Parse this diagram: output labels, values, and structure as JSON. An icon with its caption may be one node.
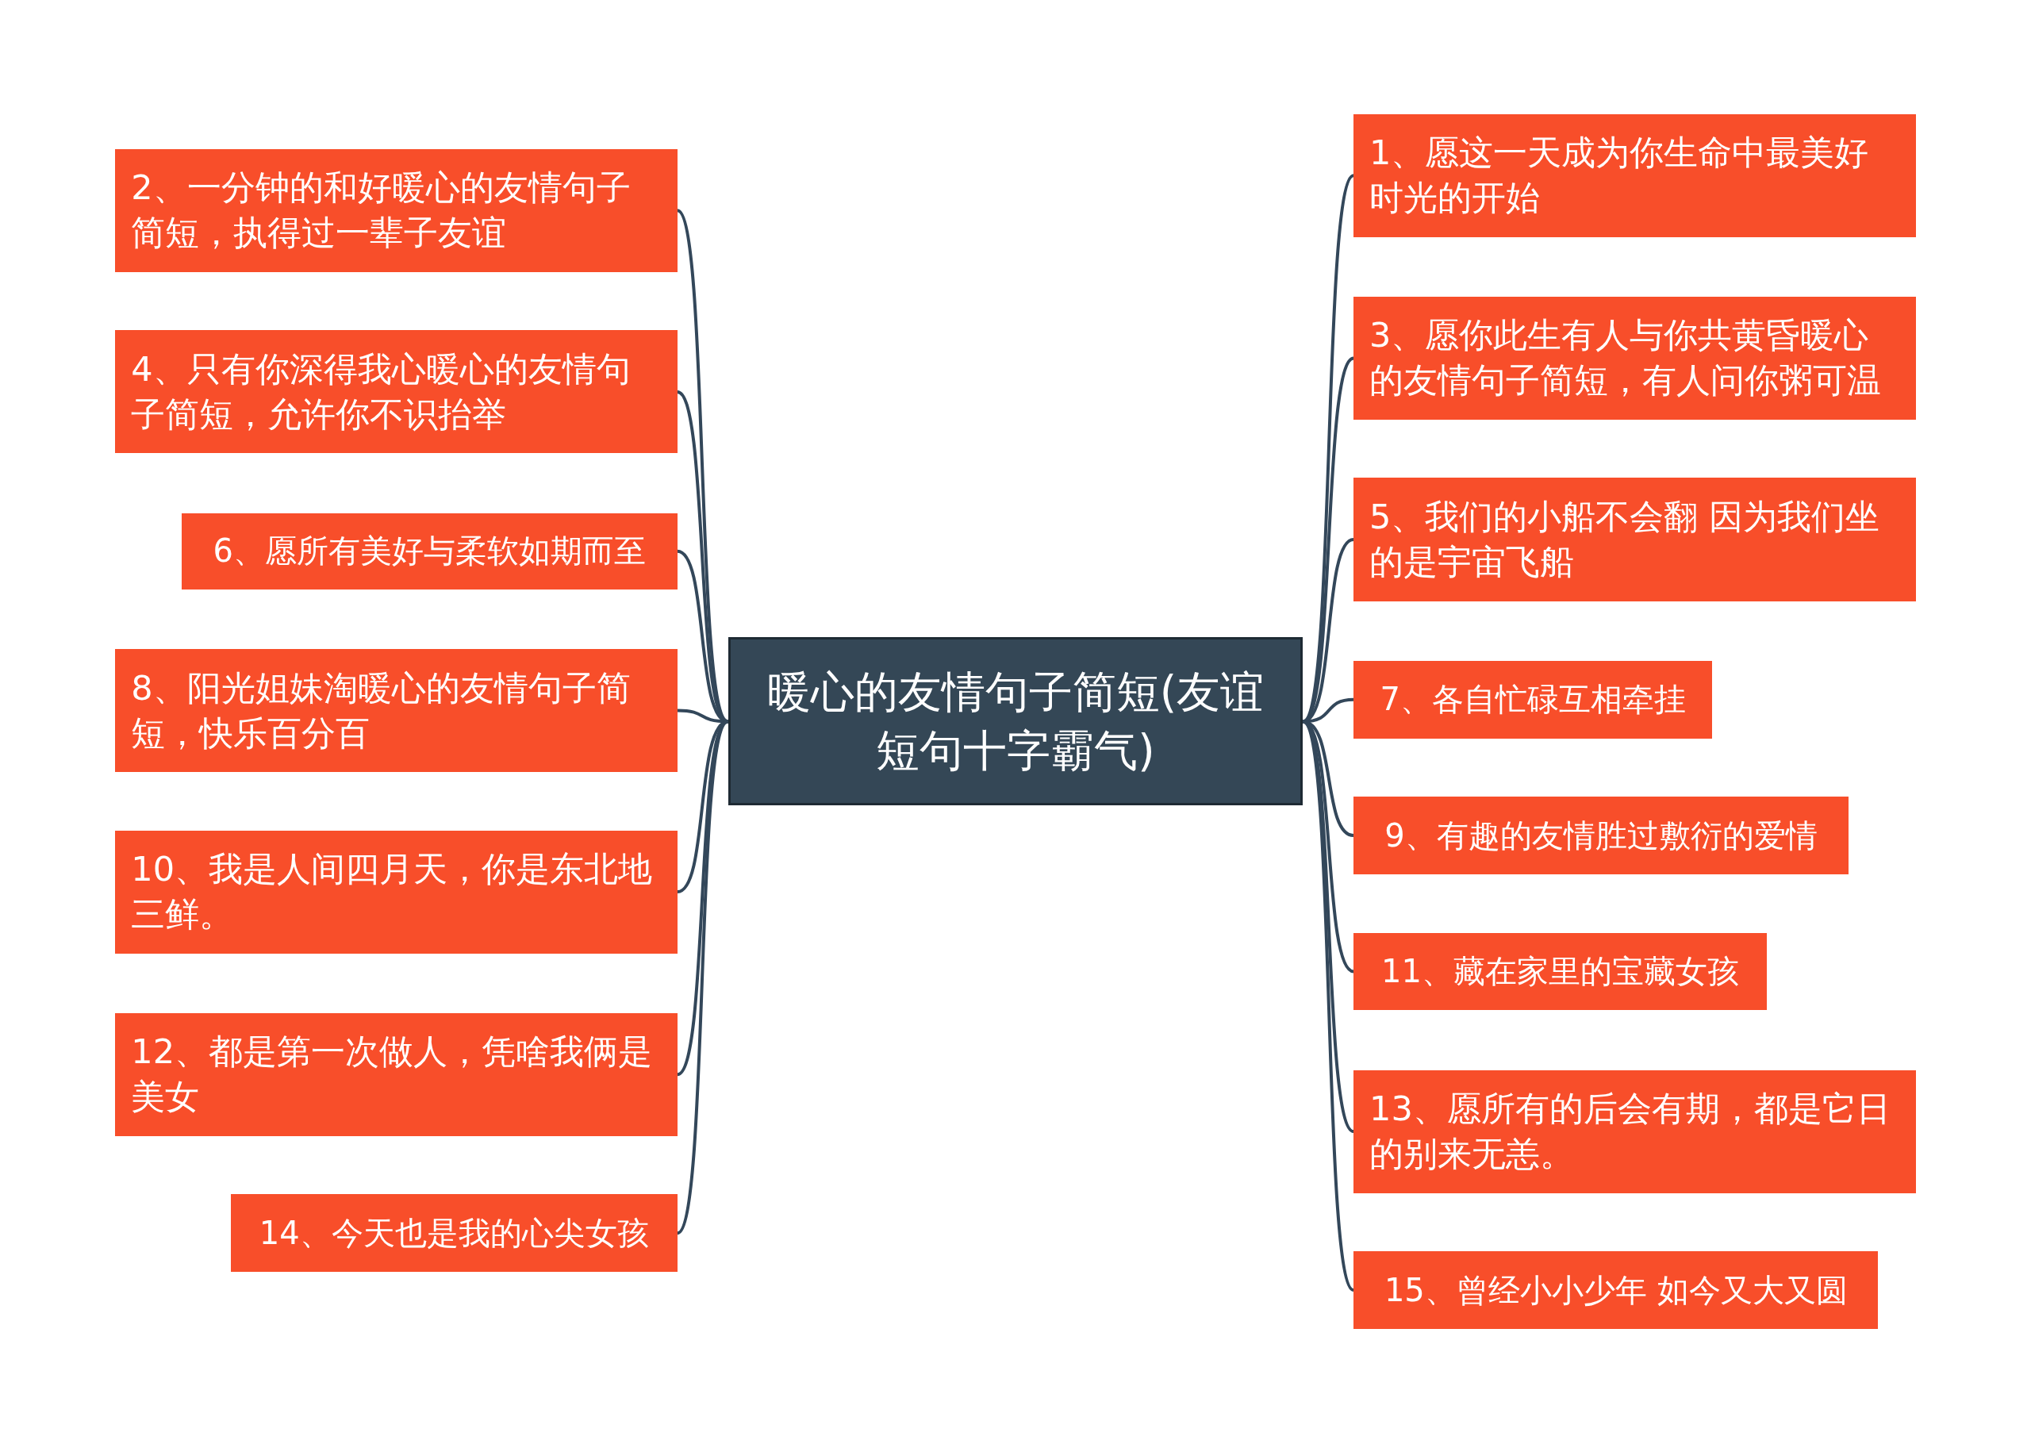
{
  "diagram": {
    "nodes": [
      {
        "text": [
          "暖心的友情句子简短(友谊短句十字霸气)"
        ]
      },
      {
        "text": [
          "1、愿这一天成为你生命中最美好时光的开始"
        ]
      },
      {
        "text": [
          "2、一分钟的和好暖心的友情句子简短，执得过一辈子友谊"
        ]
      },
      {
        "text": [
          "3、愿你此生有人与你共黄昏暖心的友情句子简短，有人问你粥可温"
        ]
      },
      {
        "text": [
          "4、只有你深得我心暖心的友情句子简短，允许你不识抬举"
        ]
      },
      {
        "text": [
          "5、我们的小船不会翻 因为我们坐的是宇宙飞船"
        ]
      },
      {
        "text": [
          "6、愿所有美好与柔软如期而至"
        ]
      },
      {
        "text": [
          "7、各自忙碌互相牵挂"
        ]
      },
      {
        "text": [
          "8、阳光姐妹淘暖心的友情句子简短，快乐百分百"
        ]
      },
      {
        "text": [
          "9、有趣的友情胜过敷衍的爱情"
        ]
      },
      {
        "text": [
          "10、我是人间四月天，你是东北地三鲜。"
        ]
      },
      {
        "text": [
          "11、藏在家里的宝藏女孩"
        ]
      },
      {
        "text": [
          "12、都是第一次做人，凭啥我俩是美女"
        ]
      },
      {
        "text": [
          "13、愿所有的后会有期，都是它日的别来无恙。"
        ]
      },
      {
        "text": [
          "14、今天也是我的心尖女孩"
        ]
      },
      {
        "text": [
          "15、曾经小小少年 如今又大又圆"
        ]
      }
    ],
    "edges": [
      {
        "from": 0,
        "to": 1,
        "arrow": "none"
      },
      {
        "from": 0,
        "to": 2,
        "arrow": "none"
      },
      {
        "from": 0,
        "to": 3,
        "arrow": "none"
      },
      {
        "from": 0,
        "to": 4,
        "arrow": "none"
      },
      {
        "from": 0,
        "to": 5,
        "arrow": "none"
      },
      {
        "from": 0,
        "to": 6,
        "arrow": "none"
      },
      {
        "from": 0,
        "to": 7,
        "arrow": "none"
      },
      {
        "from": 0,
        "to": 8,
        "arrow": "none"
      },
      {
        "from": 0,
        "to": 9,
        "arrow": "none"
      },
      {
        "from": 0,
        "to": 10,
        "arrow": "none"
      },
      {
        "from": 0,
        "to": 11,
        "arrow": "none"
      },
      {
        "from": 0,
        "to": 12,
        "arrow": "none"
      },
      {
        "from": 0,
        "to": 13,
        "arrow": "none"
      },
      {
        "from": 0,
        "to": 14,
        "arrow": "none"
      },
      {
        "from": 0,
        "to": 15,
        "arrow": "none"
      }
    ]
  }
}
